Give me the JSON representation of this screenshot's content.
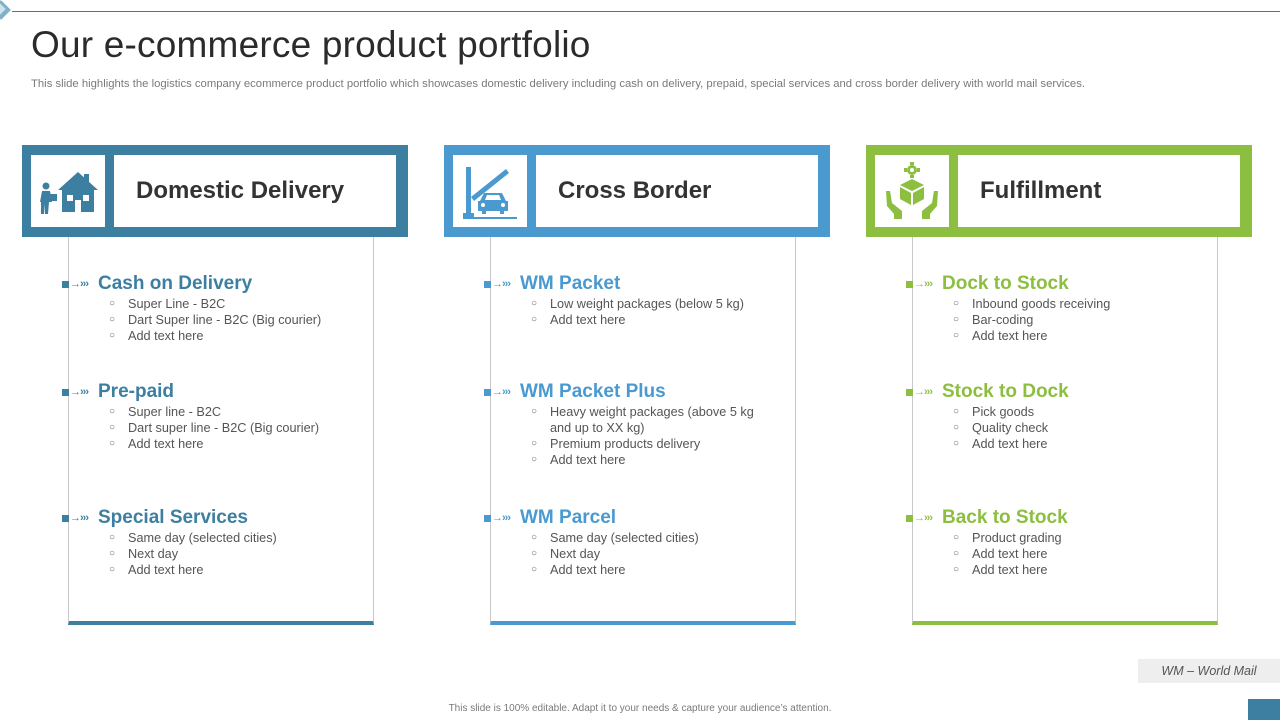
{
  "slide": {
    "title": "Our e-commerce product portfolio",
    "subtitle": "This slide highlights the logistics company ecommerce product portfolio which showcases domestic delivery including cash on delivery, prepaid, special services and cross border delivery with world mail services.",
    "note": "WM – World Mail",
    "footer": "This slide is 100% editable.  Adapt it to your needs & capture your audience’s attention."
  },
  "colors": {
    "blue_dark": "#3d7fa0",
    "blue_light": "#4a9ad0",
    "green": "#8cbf3f"
  },
  "arrow_glyph": "→›››",
  "columns": [
    {
      "title": "Domestic Delivery",
      "icon": "house-delivery-icon",
      "sections": [
        {
          "title": "Cash on Delivery",
          "items": [
            "Super Line - B2C",
            "Dart Super line - B2C (Big courier)",
            "Add text here"
          ]
        },
        {
          "title": "Pre-paid",
          "items": [
            "Super line - B2C",
            "Dart super line - B2C (Big courier)",
            "Add text here"
          ]
        },
        {
          "title": "Special Services",
          "items": [
            "Same day (selected cities)",
            "Next day",
            "Add text here"
          ]
        }
      ]
    },
    {
      "title": "Cross Border",
      "icon": "border-gate-car-icon",
      "sections": [
        {
          "title": "WM Packet",
          "items": [
            "Low weight packages (below 5 kg)",
            "Add text here"
          ]
        },
        {
          "title": "WM Packet Plus",
          "items": [
            "Heavy weight packages (above 5 kg and up to XX  kg)",
            "Premium products delivery",
            "Add text here"
          ]
        },
        {
          "title": "WM Parcel",
          "items": [
            "Same day (selected cities)",
            "Next day",
            "Add text here"
          ]
        }
      ]
    },
    {
      "title": "Fulfillment",
      "icon": "hands-box-gear-icon",
      "sections": [
        {
          "title": "Dock to Stock",
          "items": [
            "Inbound goods receiving",
            "Bar-coding",
            "Add text here"
          ]
        },
        {
          "title": "Stock to Dock",
          "items": [
            "Pick goods",
            "Quality check",
            "Add text here"
          ]
        },
        {
          "title": "Back to Stock",
          "items": [
            "Product grading",
            "Add text here",
            "Add text here"
          ]
        }
      ]
    }
  ]
}
